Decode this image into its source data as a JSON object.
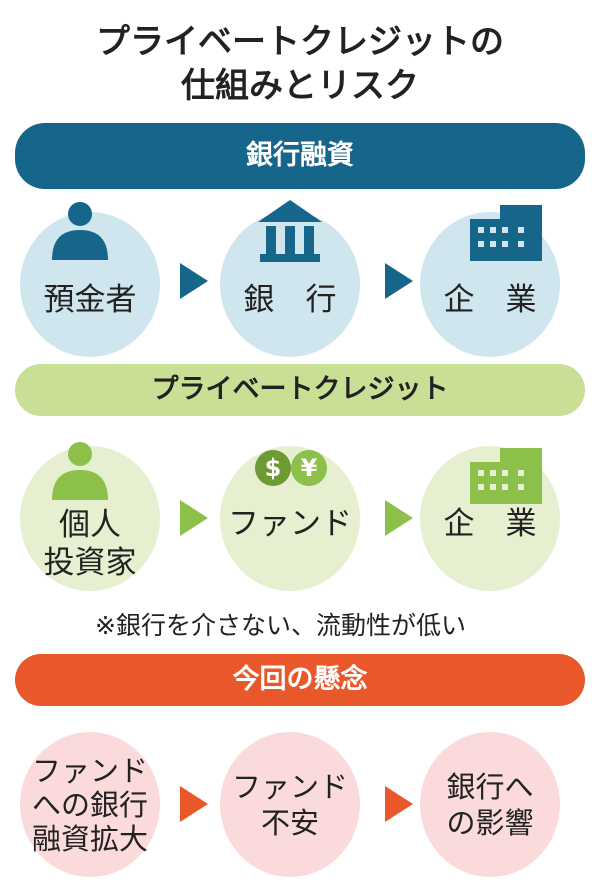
{
  "title": {
    "line1": "プライベートクレジットの",
    "line2": "仕組みとリスク"
  },
  "colors": {
    "bank": "#16658a",
    "bank_circle": "#cfe6ee",
    "pc": "#8cc04a",
    "pc_banner": "#c9df95",
    "pc_circle": "#e6efcf",
    "risk": "#e8582a",
    "risk_circle": "#fadada"
  },
  "sections": [
    {
      "label": "銀行融資",
      "nodes": [
        "預金者",
        "銀　行",
        "企　業"
      ],
      "icons": [
        "person-icon",
        "bank-icon",
        "building-icon"
      ]
    },
    {
      "label": "プライベートクレジット",
      "nodes": [
        "個人\n投資家",
        "ファンド",
        "企　業"
      ],
      "icons": [
        "person-icon",
        "money-icon",
        "building-icon"
      ],
      "note": "※銀行を介さない、流動性が低い",
      "coins": [
        "$",
        "¥"
      ]
    },
    {
      "label": "今回の懸念",
      "nodes": [
        "ファンド\nへの銀行\n融資拡大",
        "ファンド\n不安",
        "銀行へ\nの影響"
      ]
    }
  ]
}
